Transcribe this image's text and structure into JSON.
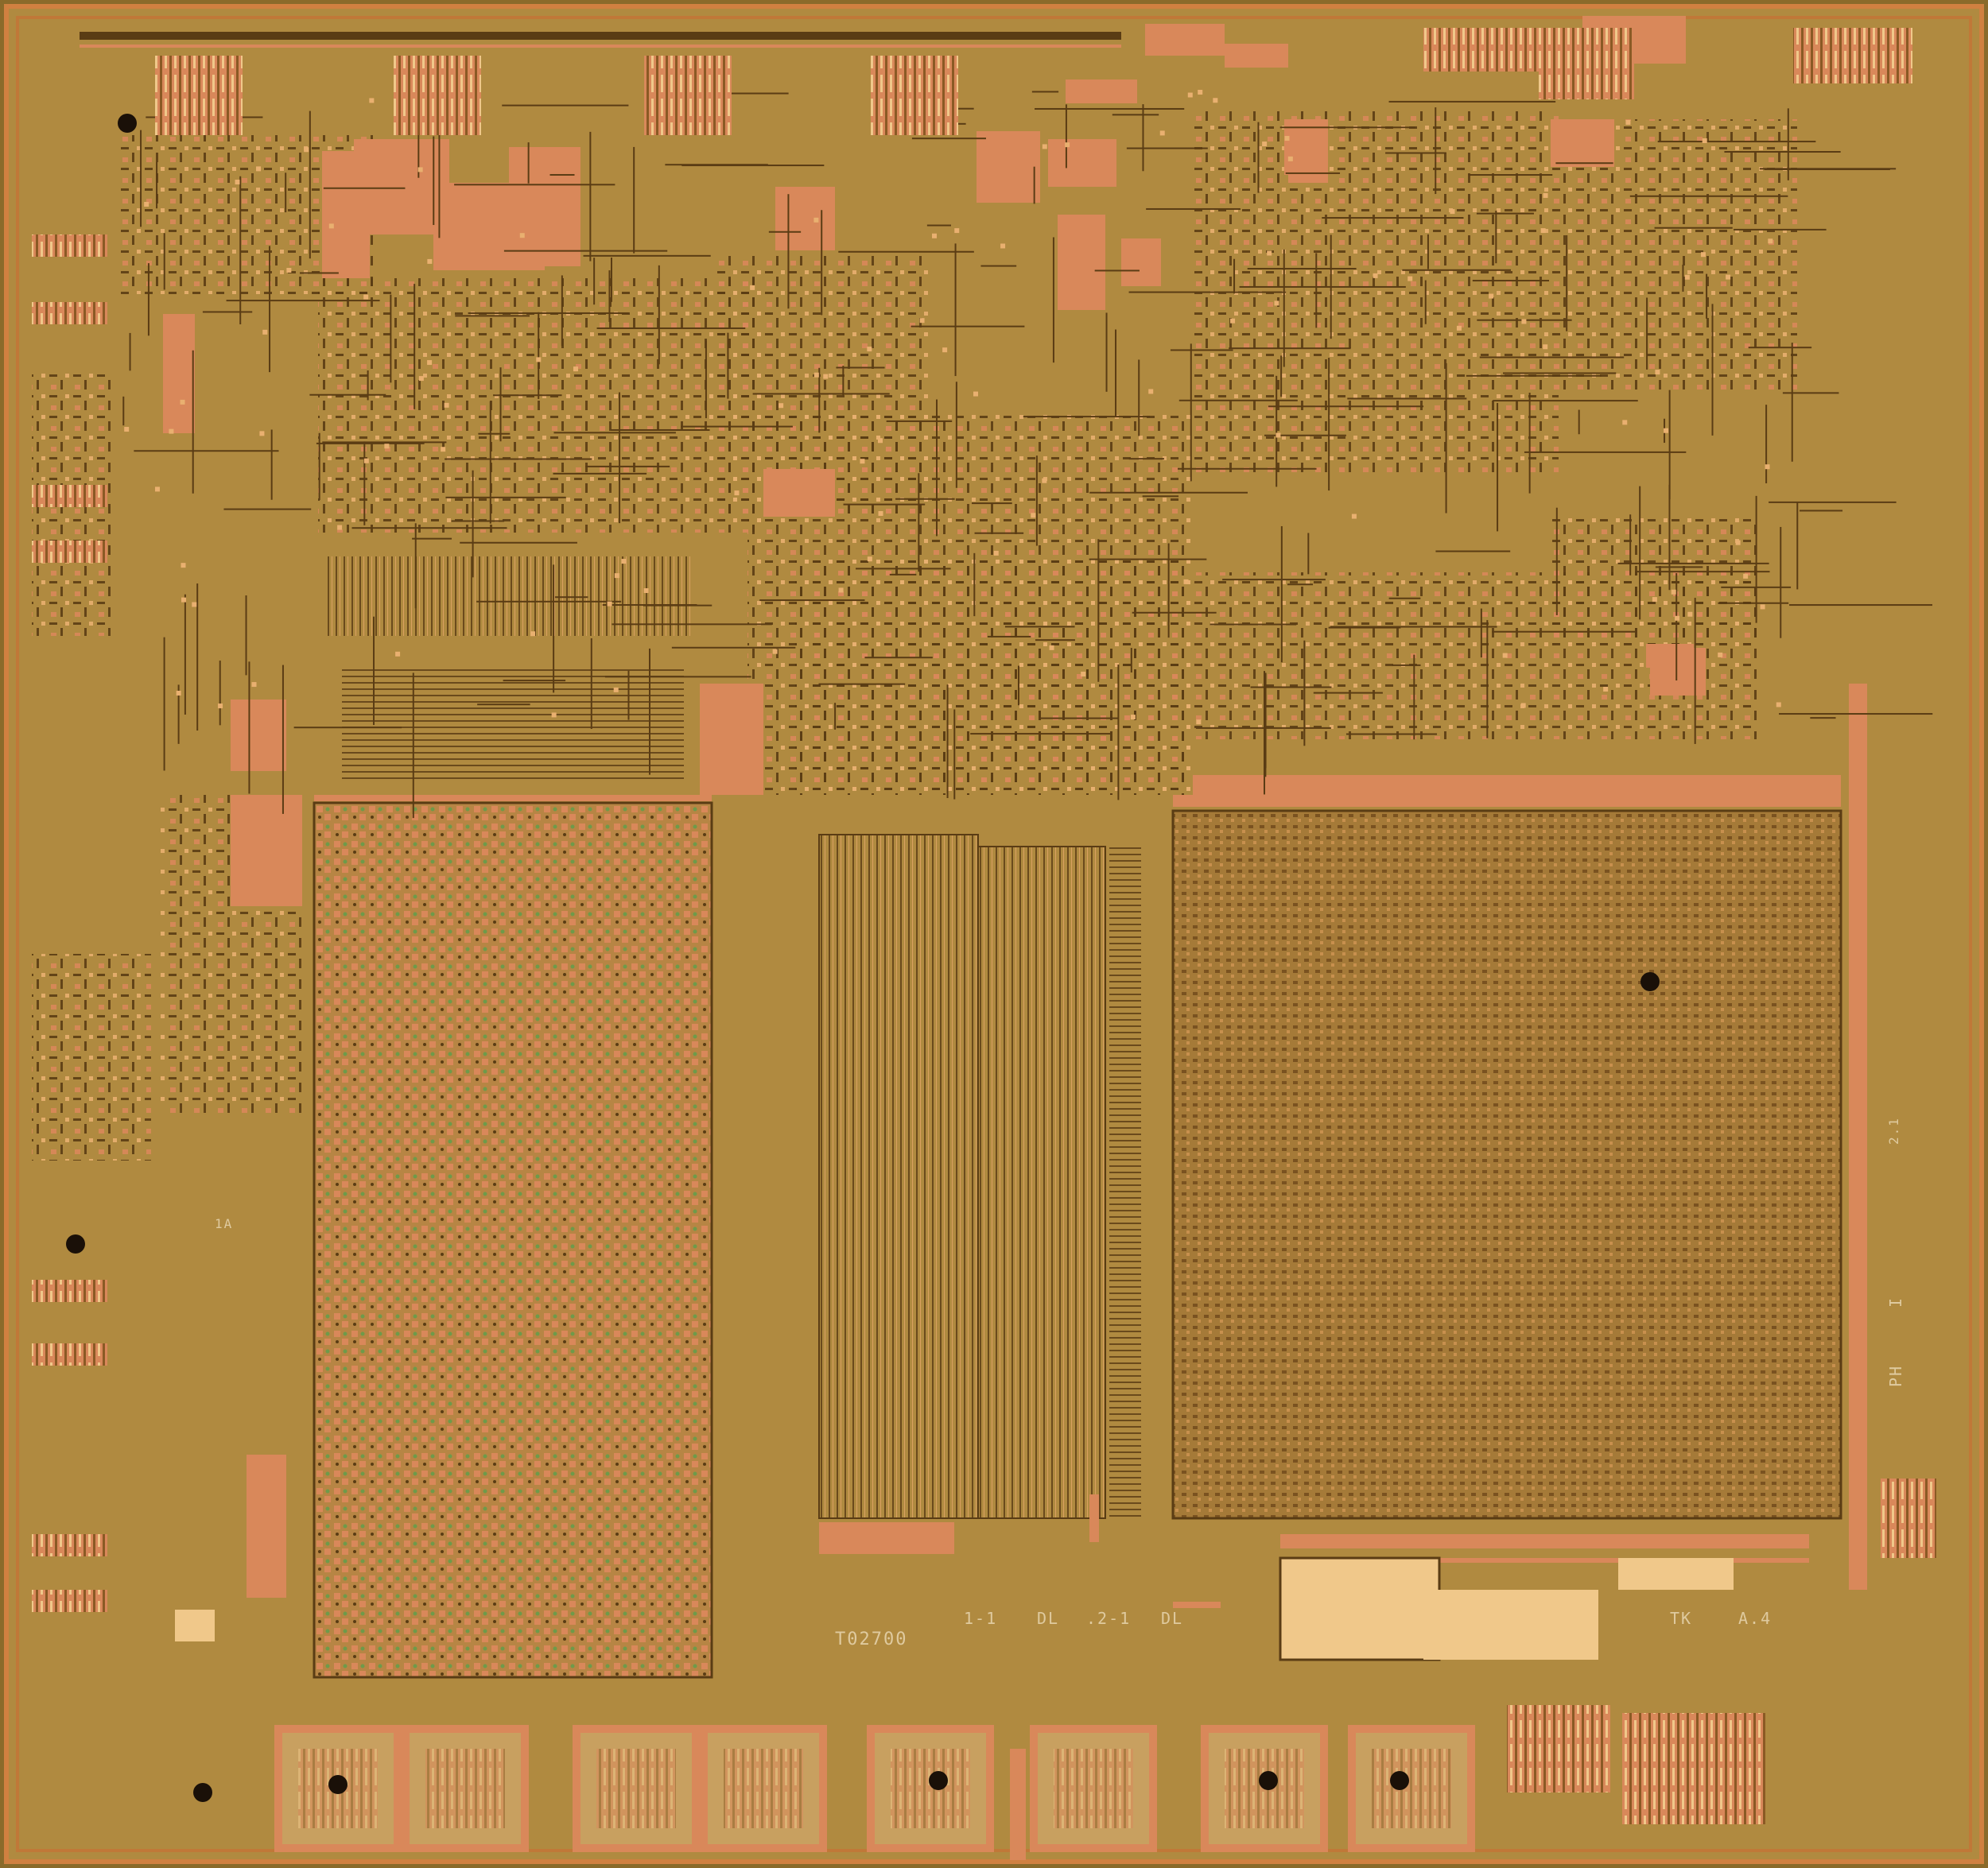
{
  "image": {
    "subject": "integrated circuit die photograph",
    "palette": {
      "substrate": "#b08a40",
      "metal_copper": "#d9885a",
      "metal_light": "#e9b070",
      "trace_dark": "#5a3c14",
      "memory_array": "#a57a38",
      "bond_pad": "#c8a060",
      "pad_window": "#f0c88a"
    }
  },
  "die_markings": {
    "part_code": "T02700",
    "label_1_1": "1-1",
    "label_dl_1": "DL",
    "label_2_1": ".2-1",
    "label_dl_2": "DL",
    "label_tk": "TK",
    "label_a4": "A.4",
    "label_ph": "PH",
    "label_i": "I",
    "label_side": "2.1",
    "label_1a": "1A"
  }
}
